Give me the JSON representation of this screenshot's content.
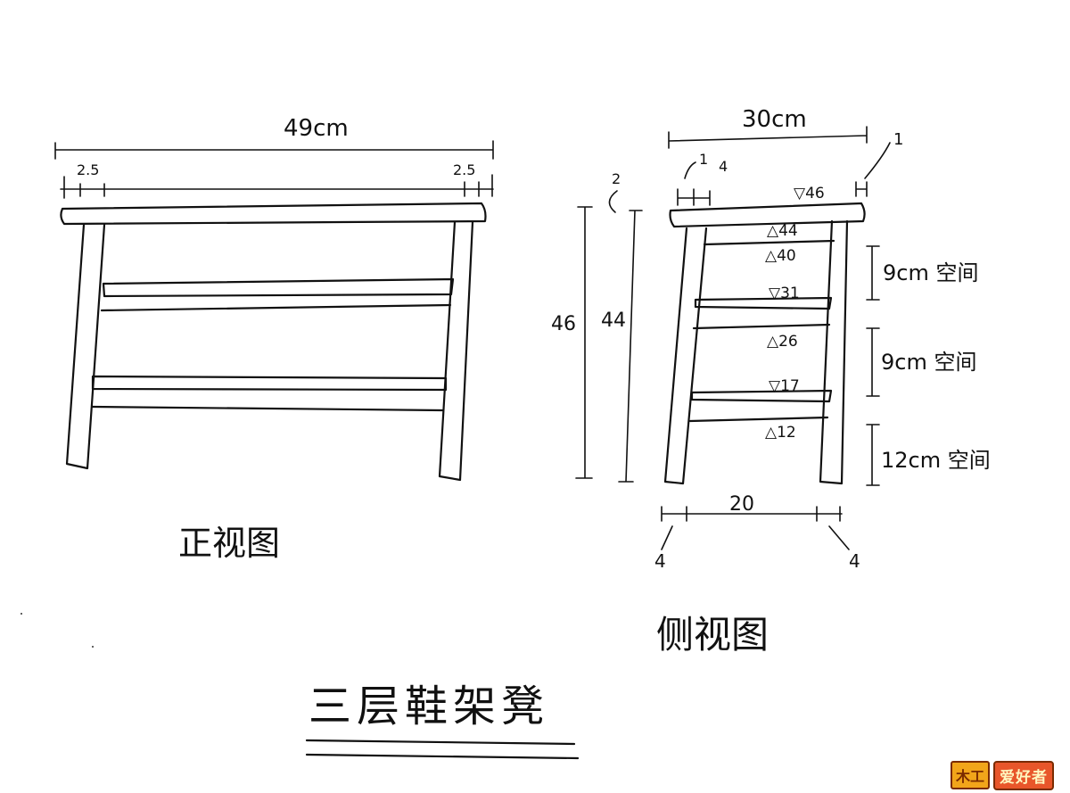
{
  "title": "三层鞋架凳",
  "front_view": {
    "label": "正视图",
    "total_width": "49cm",
    "left_overhang": "2.5",
    "right_overhang": "2.5"
  },
  "side_view": {
    "label": "侧视图",
    "total_depth": "30cm",
    "dim_top_left": "1",
    "dim_top_left2": "4",
    "dim_top_right": "1",
    "dim_thickness": "2",
    "overall_height": "46",
    "leg_height": "44",
    "marks": {
      "m46": "▽46",
      "m44": "△44",
      "m40": "△40",
      "m31": "▽31",
      "m26": "△26",
      "m17": "▽17",
      "m12": "△12"
    },
    "spaces": [
      "9cm 空间",
      "9cm 空间",
      "12cm 空间"
    ],
    "bottom_span": "20",
    "bottom_left": "4",
    "bottom_right": "4"
  },
  "watermark": {
    "mark": "木工",
    "text": "爱好者"
  }
}
